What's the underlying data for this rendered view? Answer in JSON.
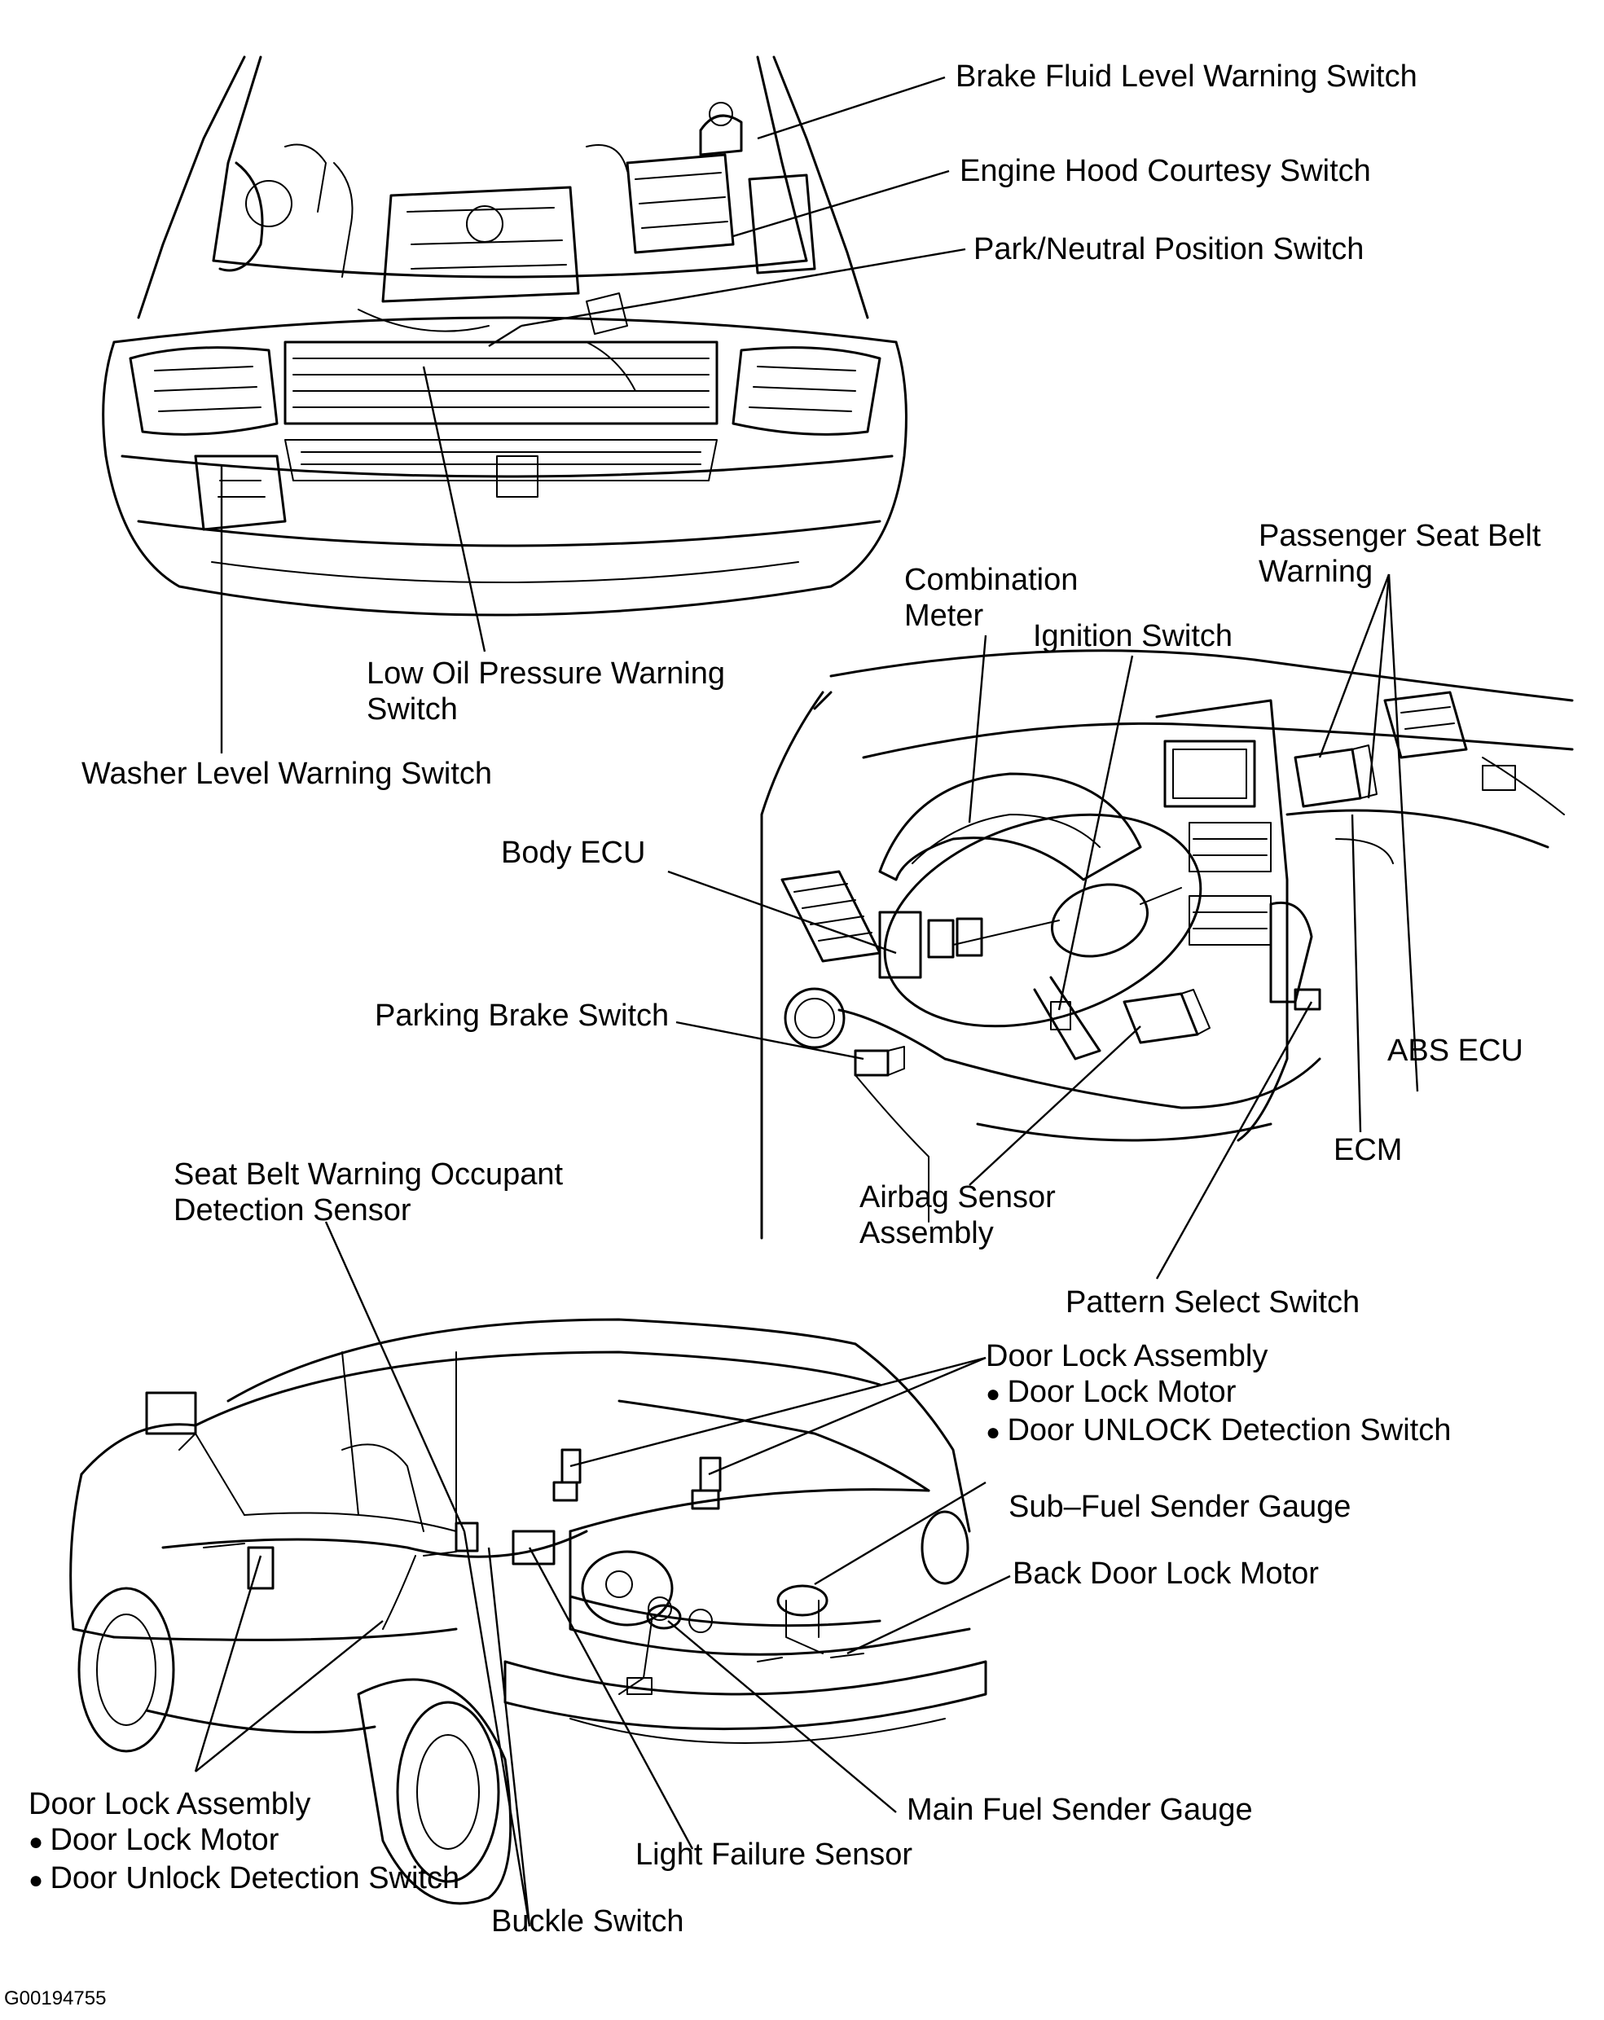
{
  "figure_code": "G00194755",
  "engine_bay": {
    "labels": {
      "brake_fluid": "Brake Fluid Level Warning Switch",
      "hood_courtesy": "Engine Hood Courtesy Switch",
      "park_neutral": "Park/Neutral Position Switch",
      "low_oil_1": "Low Oil Pressure Warning",
      "low_oil_2": "Switch",
      "washer_level": "Washer Level Warning Switch"
    }
  },
  "dashboard": {
    "labels": {
      "passenger_belt_1": "Passenger Seat Belt",
      "passenger_belt_2": "Warning",
      "combination_1": "Combination",
      "combination_2": "Meter",
      "ignition": "Ignition Switch",
      "body_ecu": "Body ECU",
      "parking_brake": "Parking Brake Switch",
      "abs_ecu": "ABS ECU",
      "ecm": "ECM",
      "airbag_1": "Airbag Sensor",
      "airbag_2": "Assembly",
      "pattern_select": "Pattern Select Switch"
    }
  },
  "vehicle": {
    "labels": {
      "occupant_1": "Seat Belt Warning Occupant",
      "occupant_2": "Detection Sensor",
      "rear_door_lock_title": "Door Lock Assembly",
      "rear_door_lock_motor": "Door Lock Motor",
      "rear_door_unlock": "Door UNLOCK Detection Switch",
      "sub_fuel": "Sub–Fuel Sender Gauge",
      "back_door_motor": "Back Door Lock Motor",
      "front_door_lock_title": "Door Lock Assembly",
      "front_door_lock_motor": "Door Lock Motor",
      "front_door_unlock": "Door Unlock Detection Switch",
      "main_fuel": "Main Fuel Sender Gauge",
      "light_failure": "Light Failure Sensor",
      "buckle": "Buckle Switch"
    }
  }
}
